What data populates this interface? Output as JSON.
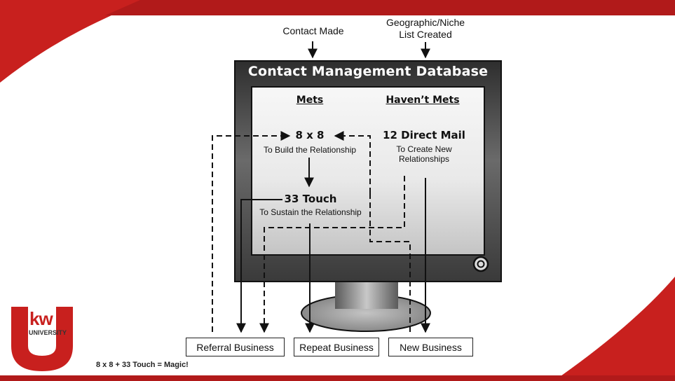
{
  "inputs": {
    "contact_made": "Contact Made",
    "geographic_line1": "Geographic/Niche",
    "geographic_line2": "List Created"
  },
  "database": {
    "title": "Contact Management Database",
    "col_mets": "Mets",
    "col_havent_mets": "Haven’t Mets"
  },
  "steps": {
    "eight_by_eight": {
      "title": "8 x 8",
      "sub": "To Build the Relationship"
    },
    "thirty_three": {
      "title": "33 Touch",
      "sub": "To Sustain the Relationship"
    },
    "direct_mail": {
      "title": "12 Direct Mail",
      "sub_line1": "To Create New",
      "sub_line2": "Relationships"
    }
  },
  "outcomes": {
    "referral": "Referral Business",
    "repeat": "Repeat Business",
    "new": "New Business"
  },
  "footer": "8 x 8 + 33 Touch = Magic!",
  "logo": {
    "top": "kw",
    "bottom": "UNIVERSITY"
  },
  "colors": {
    "accent_red": "#c8201e",
    "monitor_dark": "#3a3a3a",
    "screen_light": "#f2f2f2"
  }
}
